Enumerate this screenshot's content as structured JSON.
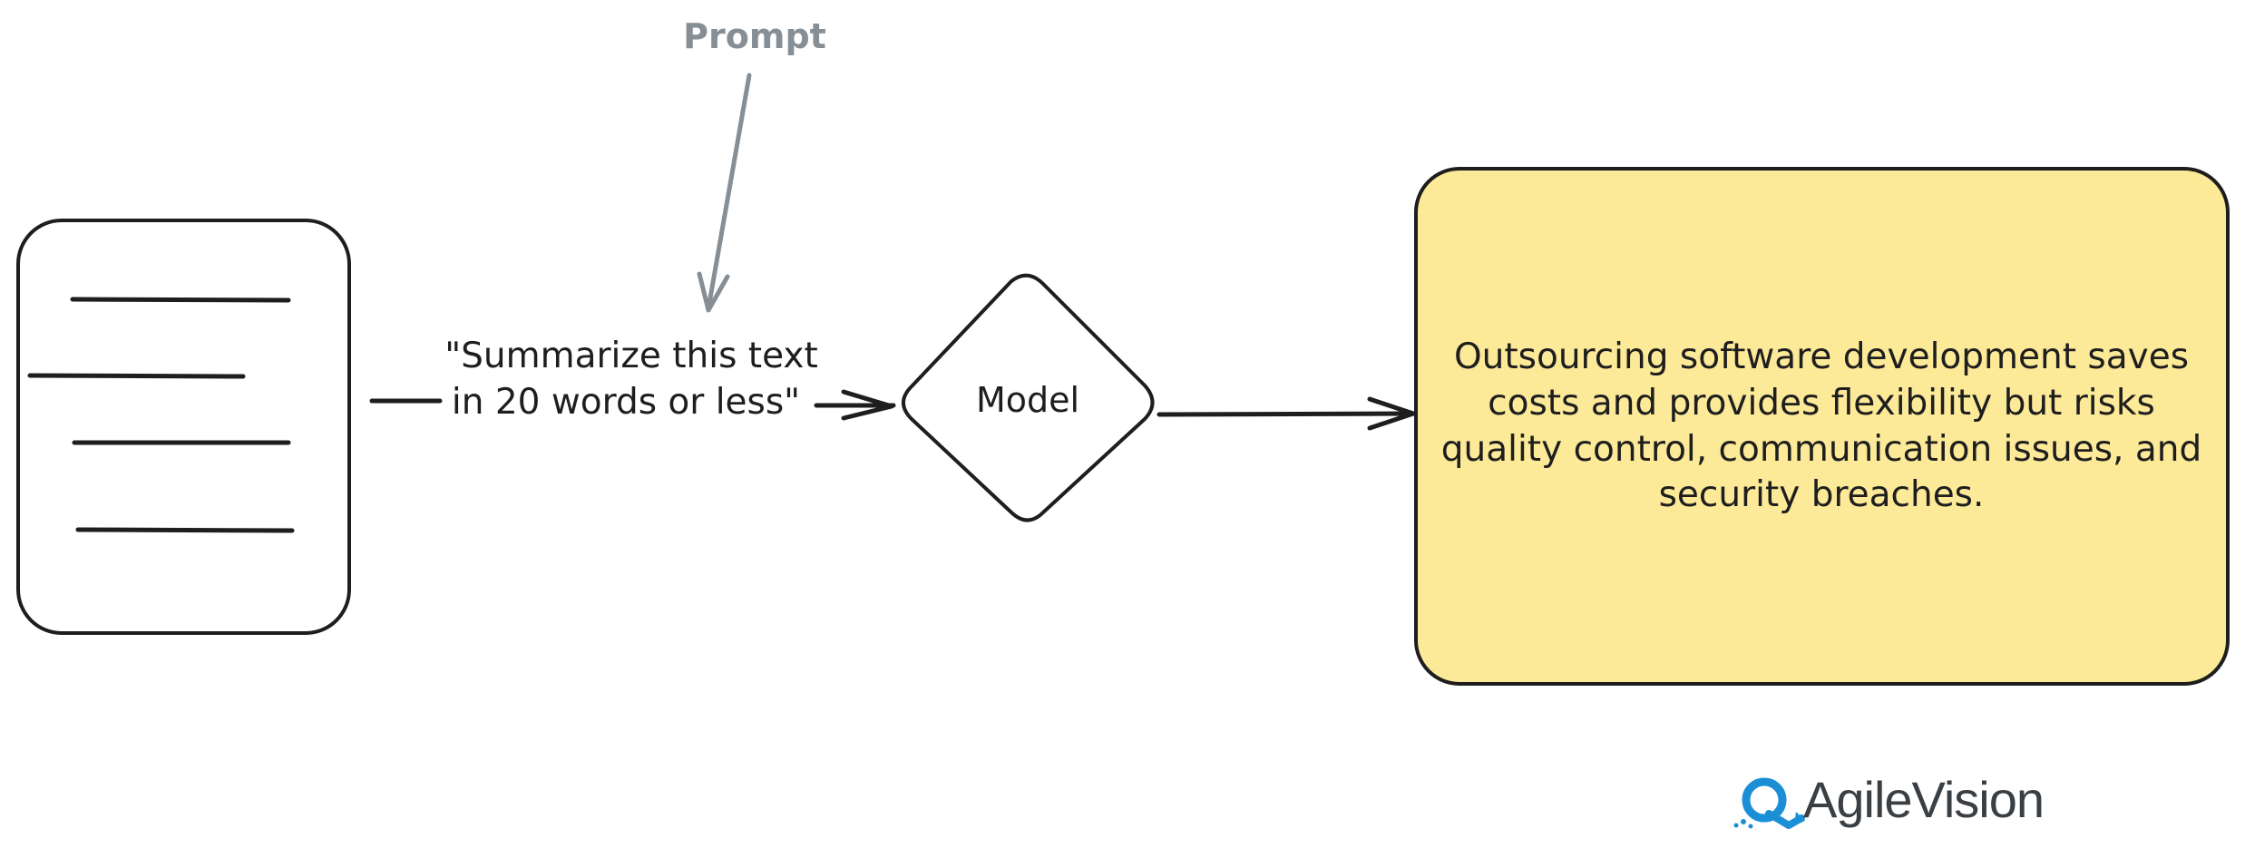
{
  "labels": {
    "prompt": "Prompt",
    "prompt_quote_line1": "\"Summarize this text",
    "prompt_quote_line2": "in 20 words or less\"",
    "model": "Model",
    "summary_line1": "Outsourcing software development saves",
    "summary_line2": "costs and provides flexibility but risks",
    "summary_line3": "quality control, communication issues, and",
    "summary_line4": "security breaches."
  },
  "logo": {
    "name": "AgileVision",
    "icon": "agilevision-logo-icon"
  },
  "colors": {
    "stroke": "#1e1e1e",
    "prompt_gray": "#868e96",
    "summary_fill": "#fcea98",
    "logo_blue": "#1b8fd6",
    "logo_text": "#3a3f44"
  }
}
